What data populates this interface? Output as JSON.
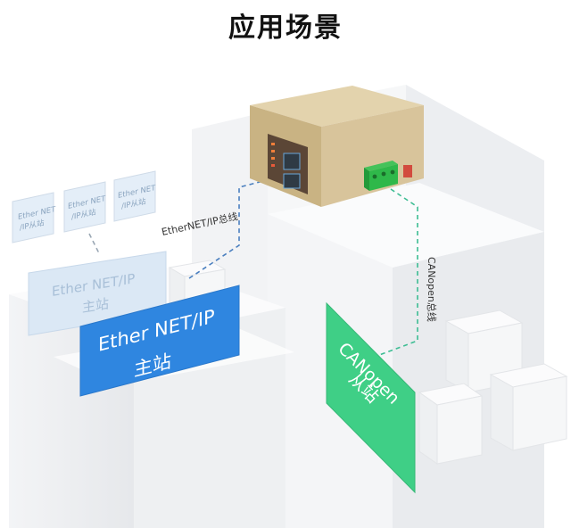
{
  "title": "应用场景",
  "slaves_small": [
    {
      "line1": "Ether NET",
      "line2": "/IP从站"
    },
    {
      "line1": "Ether NET",
      "line2": "/IP从站"
    },
    {
      "line1": "Ether NET",
      "line2": "/IP从站"
    }
  ],
  "faded_master": {
    "line1": "Ether NET/IP",
    "line2": "主站"
  },
  "master": {
    "line1": "Ether NET/IP",
    "line2": "主站"
  },
  "ethernet_bus_label": "EtherNET/IP总线",
  "canopen_bus_label": "CANopen总线",
  "canopen_slave": {
    "line1": "CANopen",
    "line2": "从站"
  },
  "colors": {
    "master_blue": "#2f86e0",
    "faded_blue": "#cfe2f5",
    "canopen_green": "#3fcf86",
    "gateway_tan": "#d7c49a",
    "terminal_green": "#2fb84a",
    "dashed_line": "#5aa0c8"
  }
}
